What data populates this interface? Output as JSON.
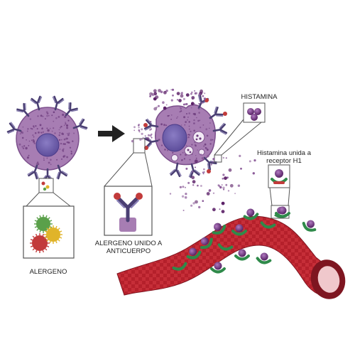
{
  "labels": {
    "allergen": "ALERGENO",
    "allergen_bound": [
      "ALERGENO UNIDO A",
      "ANTICUERPO"
    ],
    "histamine": "HISTAMINA",
    "histamine_bound": [
      "Histamina unida a",
      "receptor H1"
    ]
  },
  "colors": {
    "cell_body": "#a77db3",
    "cell_outline": "#7c4f8c",
    "nucleus": "#6a5aa8",
    "granule": "#6e3d7e",
    "antibody": "#4a3f73",
    "allergen_red": "#c23b3b",
    "allergen_yellow": "#e0b42a",
    "allergen_green": "#5aa04a",
    "vessel": "#b5202b",
    "vessel_dark": "#7e1520",
    "vessel_inner": "#f0c8cc",
    "histamine": "#6b2a77",
    "receptor": "#2f8a4a",
    "arrow": "#222222",
    "box_border": "#555555"
  },
  "icons": [
    "antibody-icon",
    "arrow-right-icon",
    "histamine-icon",
    "receptor-icon",
    "blood-vessel-icon",
    "mast-cell-icon"
  ]
}
